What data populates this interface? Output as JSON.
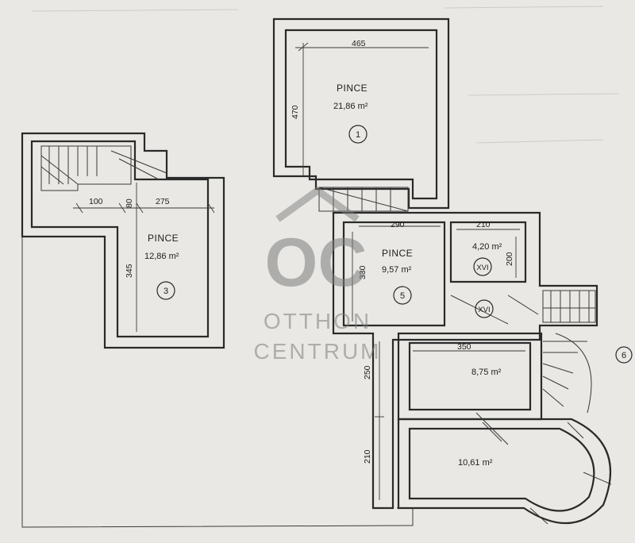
{
  "rooms": [
    {
      "label": "PINCE",
      "area": "21,86 m²",
      "num": "1"
    },
    {
      "label": "PINCE",
      "area": "12,86 m²",
      "num": "3"
    },
    {
      "label": "PINCE",
      "area": "9,57 m²",
      "num": "5"
    },
    {
      "label": "",
      "area": "4,20 m²",
      "num": "XVI"
    },
    {
      "label": "",
      "area": "8,75 m²",
      "num": ""
    },
    {
      "label": "",
      "area": "10,61 m²",
      "num": ""
    }
  ],
  "secondary_marker": "XVI",
  "external_marker": "6",
  "dimensions": {
    "d465": "465",
    "d470": "470",
    "d100": "100",
    "d80": "80",
    "d275": "275",
    "d345": "345",
    "d290": "290",
    "d330": "330",
    "d210a": "210",
    "d200": "200",
    "d350": "350",
    "d250": "250",
    "d210b": "210"
  },
  "watermark": {
    "logo": "OC",
    "line1": "OTTHON",
    "line2": "CENTRUM"
  }
}
